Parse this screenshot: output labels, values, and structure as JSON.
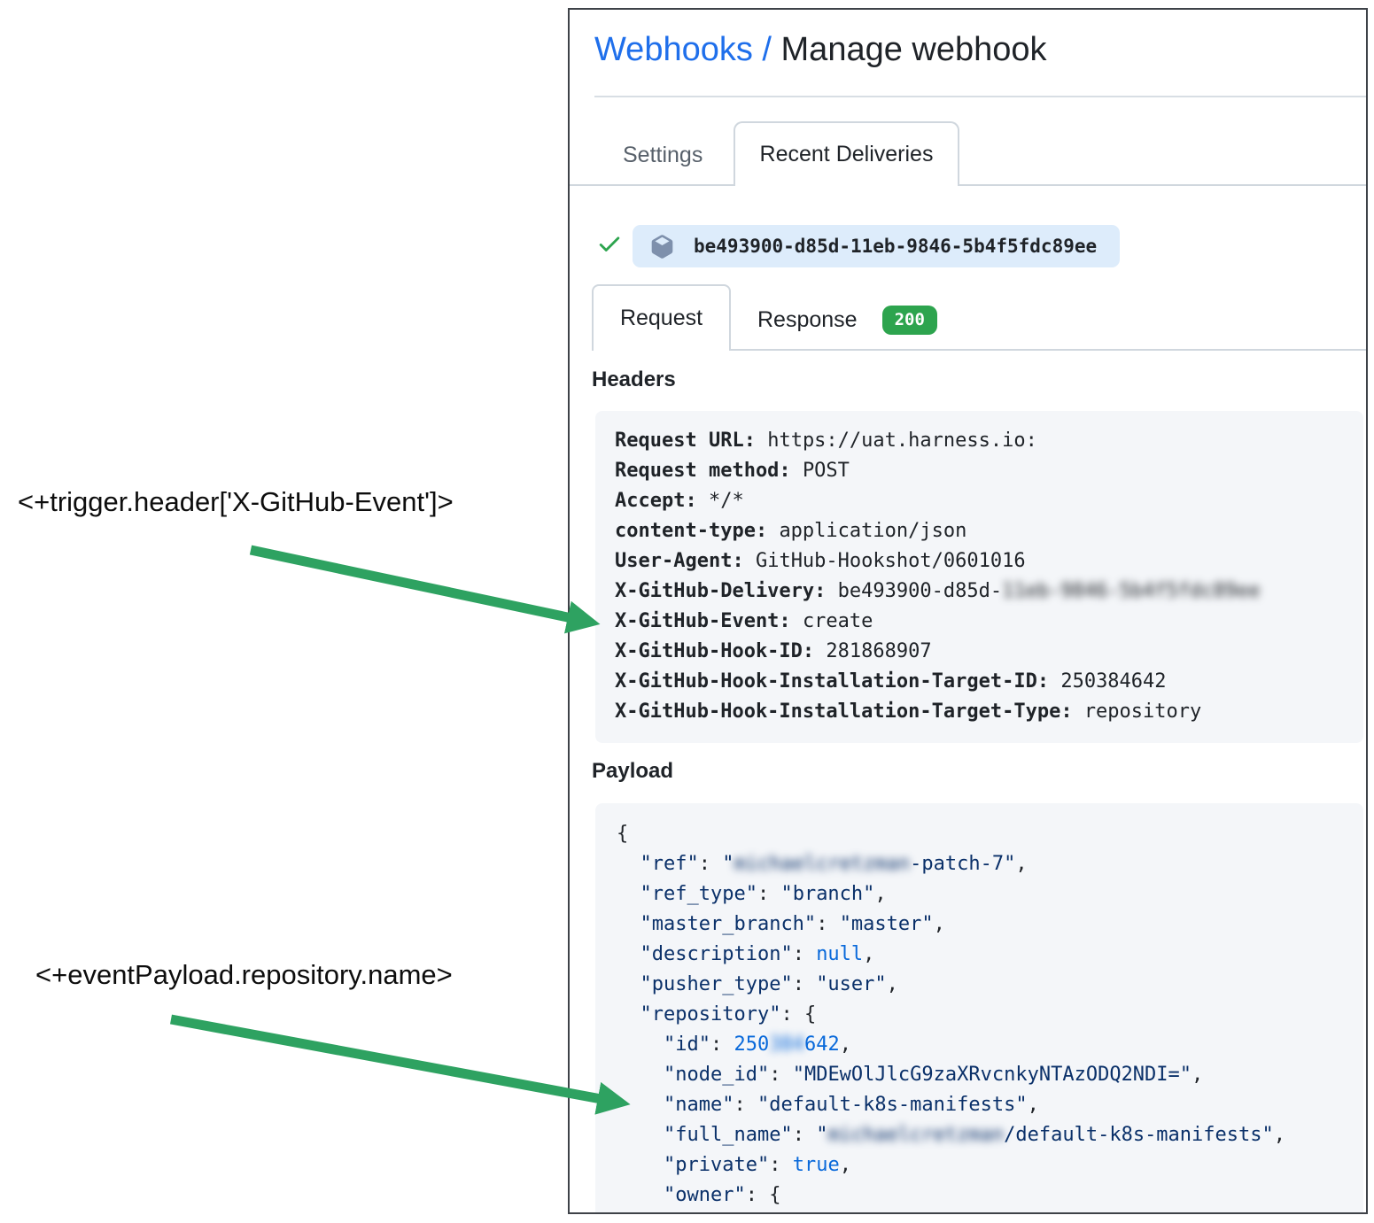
{
  "breadcrumb": {
    "link_label": "Webhooks /",
    "current": "Manage webhook"
  },
  "tabs": {
    "settings": "Settings",
    "recent_deliveries": "Recent Deliveries"
  },
  "delivery": {
    "id": "be493900-d85d-11eb-9846-5b4f5fdc89ee"
  },
  "subtabs": {
    "request": "Request",
    "response": "Response",
    "status_code": "200"
  },
  "colors": {
    "arrow_green": "#2ea261",
    "check_green": "#2da44e",
    "badge_green": "#2da44e",
    "link_blue": "#1f6feb",
    "pill_blue": "#ddecfb"
  },
  "headers_section": {
    "title": "Headers",
    "rows": [
      {
        "key": "Request URL:",
        "value": "https://uat.harness.io:"
      },
      {
        "key": "Request method:",
        "value": "POST"
      },
      {
        "key": "Accept:",
        "value": "*/*"
      },
      {
        "key": "content-type:",
        "value": "application/json"
      },
      {
        "key": "User-Agent:",
        "value": "GitHub-Hookshot/0601016"
      },
      {
        "key": "X-GitHub-Delivery:",
        "value": "be493900-d85d-",
        "redacted": "11eb-9846-5b4f5fdc89ee"
      },
      {
        "key": "X-GitHub-Event:",
        "value": "create"
      },
      {
        "key": "X-GitHub-Hook-ID:",
        "value": "281868907"
      },
      {
        "key": "X-GitHub-Hook-Installation-Target-ID:",
        "value": "250384642"
      },
      {
        "key": "X-GitHub-Hook-Installation-Target-Type:",
        "value": "repository"
      }
    ]
  },
  "payload_section": {
    "title": "Payload",
    "lines": [
      [
        {
          "t": "p",
          "v": "{"
        }
      ],
      [
        {
          "t": "p",
          "v": "  "
        },
        {
          "t": "s",
          "v": "\"ref\""
        },
        {
          "t": "p",
          "v": ": "
        },
        {
          "t": "s",
          "v": "\""
        },
        {
          "t": "r",
          "v": "michaelcretzman"
        },
        {
          "t": "s",
          "v": "-patch-7\""
        },
        {
          "t": "p",
          "v": ","
        }
      ],
      [
        {
          "t": "p",
          "v": "  "
        },
        {
          "t": "s",
          "v": "\"ref_type\""
        },
        {
          "t": "p",
          "v": ": "
        },
        {
          "t": "s",
          "v": "\"branch\""
        },
        {
          "t": "p",
          "v": ","
        }
      ],
      [
        {
          "t": "p",
          "v": "  "
        },
        {
          "t": "s",
          "v": "\"master_branch\""
        },
        {
          "t": "p",
          "v": ": "
        },
        {
          "t": "s",
          "v": "\"master\""
        },
        {
          "t": "p",
          "v": ","
        }
      ],
      [
        {
          "t": "p",
          "v": "  "
        },
        {
          "t": "s",
          "v": "\"description\""
        },
        {
          "t": "p",
          "v": ": "
        },
        {
          "t": "b",
          "v": "null"
        },
        {
          "t": "p",
          "v": ","
        }
      ],
      [
        {
          "t": "p",
          "v": "  "
        },
        {
          "t": "s",
          "v": "\"pusher_type\""
        },
        {
          "t": "p",
          "v": ": "
        },
        {
          "t": "s",
          "v": "\"user\""
        },
        {
          "t": "p",
          "v": ","
        }
      ],
      [
        {
          "t": "p",
          "v": "  "
        },
        {
          "t": "s",
          "v": "\"repository\""
        },
        {
          "t": "p",
          "v": ": {"
        }
      ],
      [
        {
          "t": "p",
          "v": "    "
        },
        {
          "t": "s",
          "v": "\"id\""
        },
        {
          "t": "p",
          "v": ": "
        },
        {
          "t": "b",
          "v": "250"
        },
        {
          "t": "br",
          "v": "384"
        },
        {
          "t": "b",
          "v": "642"
        },
        {
          "t": "p",
          "v": ","
        }
      ],
      [
        {
          "t": "p",
          "v": "    "
        },
        {
          "t": "s",
          "v": "\"node_id\""
        },
        {
          "t": "p",
          "v": ": "
        },
        {
          "t": "s",
          "v": "\"MDEwOlJlcG9zaXRvcnkyNTAzODQ2NDI=\""
        },
        {
          "t": "p",
          "v": ","
        }
      ],
      [
        {
          "t": "p",
          "v": "    "
        },
        {
          "t": "s",
          "v": "\"name\""
        },
        {
          "t": "p",
          "v": ": "
        },
        {
          "t": "s",
          "v": "\"default-k8s-manifests\""
        },
        {
          "t": "p",
          "v": ","
        }
      ],
      [
        {
          "t": "p",
          "v": "    "
        },
        {
          "t": "s",
          "v": "\"full_name\""
        },
        {
          "t": "p",
          "v": ": "
        },
        {
          "t": "s",
          "v": "\""
        },
        {
          "t": "r",
          "v": "michaelcretzman"
        },
        {
          "t": "s",
          "v": "/default-k8s-manifests\""
        },
        {
          "t": "p",
          "v": ","
        }
      ],
      [
        {
          "t": "p",
          "v": "    "
        },
        {
          "t": "s",
          "v": "\"private\""
        },
        {
          "t": "p",
          "v": ": "
        },
        {
          "t": "b",
          "v": "true"
        },
        {
          "t": "p",
          "v": ","
        }
      ],
      [
        {
          "t": "p",
          "v": "    "
        },
        {
          "t": "s",
          "v": "\"owner\""
        },
        {
          "t": "p",
          "v": ": {"
        }
      ]
    ]
  },
  "annotations": {
    "trigger_expression": "<+trigger.header['X-GitHub-Event']>",
    "payload_expression": "<+eventPayload.repository.name>"
  }
}
